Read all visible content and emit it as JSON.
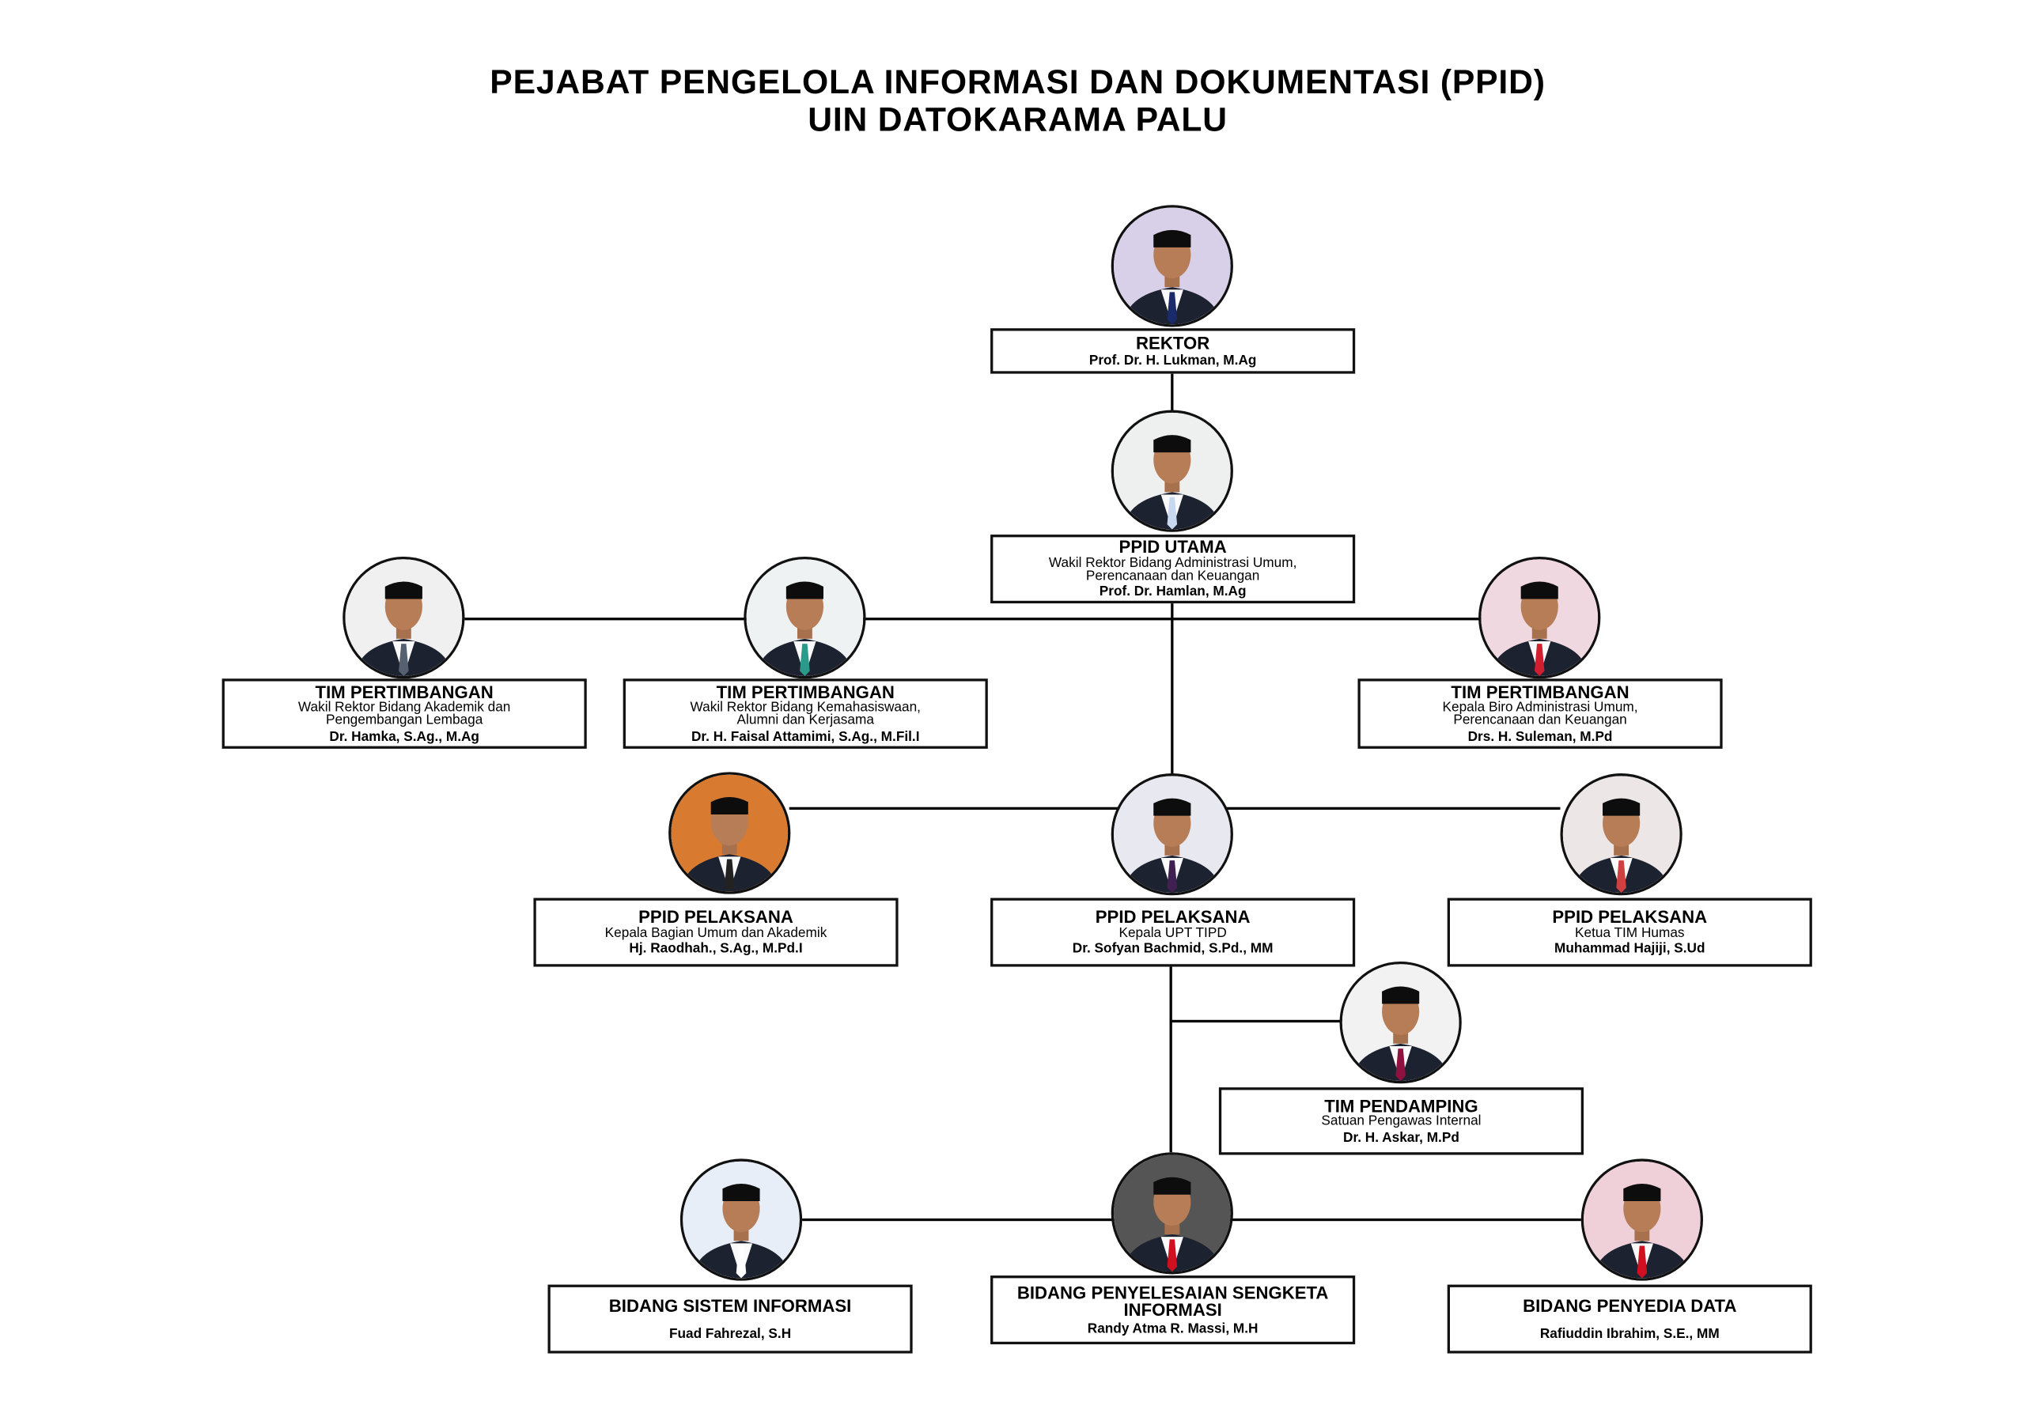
{
  "title": {
    "line1": "PEJABAT PENGELOLA INFORMASI DAN DOKUMENTASI (PPID)",
    "line2": "UIN DATOKARAMA PALU"
  },
  "nodes": {
    "rektor": {
      "role": "REKTOR",
      "desc": "",
      "name": "Prof. Dr. H. Lukman, M.Ag",
      "bg": "#d8d0e8",
      "tie": "#1a2a6a"
    },
    "utama": {
      "role": "PPID UTAMA",
      "desc": "Wakil Rektor Bidang Administrasi Umum, Perencanaan dan Keuangan",
      "name": "Prof. Dr. Hamlan, M.Ag",
      "bg": "#eef0f0",
      "tie": "#c8d8f0"
    },
    "tp1": {
      "role": "TIM PERTIMBANGAN",
      "desc": "Wakil Rektor Bidang Akademik dan Pengembangan Lembaga",
      "name": "Dr. Hamka, S.Ag., M.Ag",
      "bg": "#f0f0f0",
      "tie": "#556070"
    },
    "tp2": {
      "role": "TIM PERTIMBANGAN",
      "desc": "Wakil Rektor Bidang Kemahasiswaan, Alumni dan Kerjasama",
      "name": "Dr. H. Faisal Attamimi, S.Ag., M.Fil.I",
      "bg": "#eef2f2",
      "tie": "#2a9a8a"
    },
    "tp3": {
      "role": "TIM PERTIMBANGAN",
      "desc": "Kepala Biro Administrasi Umum, Perencanaan dan Keuangan",
      "name": "Drs. H. Suleman, M.Pd",
      "bg": "#f0d8e0",
      "tie": "#d02030"
    },
    "pp1": {
      "role": "PPID PELAKSANA",
      "desc": "Kepala Bagian Umum dan Akademik",
      "name": "Hj. Raodhah., S.Ag., M.Pd.I",
      "bg": "#d87a30",
      "tie": "#222"
    },
    "pp2": {
      "role": "PPID PELAKSANA",
      "desc": "Kepala UPT TIPD",
      "name": "Dr. Sofyan Bachmid, S.Pd., MM",
      "bg": "#e8e8f0",
      "tie": "#402050"
    },
    "pp3": {
      "role": "PPID PELAKSANA",
      "desc": "Ketua TIM Humas",
      "name": "Muhammad Hajiji, S.Ud",
      "bg": "#ece6e6",
      "tie": "#d04040"
    },
    "pendamping": {
      "role": "TIM PENDAMPING",
      "desc": "Satuan Pengawas Internal",
      "name": "Dr. H. Askar, M.Pd",
      "bg": "#f2f2f2",
      "tie": "#901040"
    },
    "b1": {
      "role": "BIDANG SISTEM INFORMASI",
      "desc": "",
      "name": "Fuad Fahrezal, S.H",
      "bg": "#e8eef8",
      "tie": "#fff"
    },
    "b2": {
      "role": "BIDANG PENYELESAIAN SENGKETA INFORMASI",
      "desc": "",
      "name": "Randy Atma R. Massi, M.H",
      "bg": "#555",
      "tie": "#d01020"
    },
    "b3": {
      "role": "BIDANG PENYEDIA DATA",
      "desc": "",
      "name": "Rafiuddin Ibrahim, S.E., MM",
      "bg": "#f0d0d8",
      "tie": "#d01020"
    }
  }
}
